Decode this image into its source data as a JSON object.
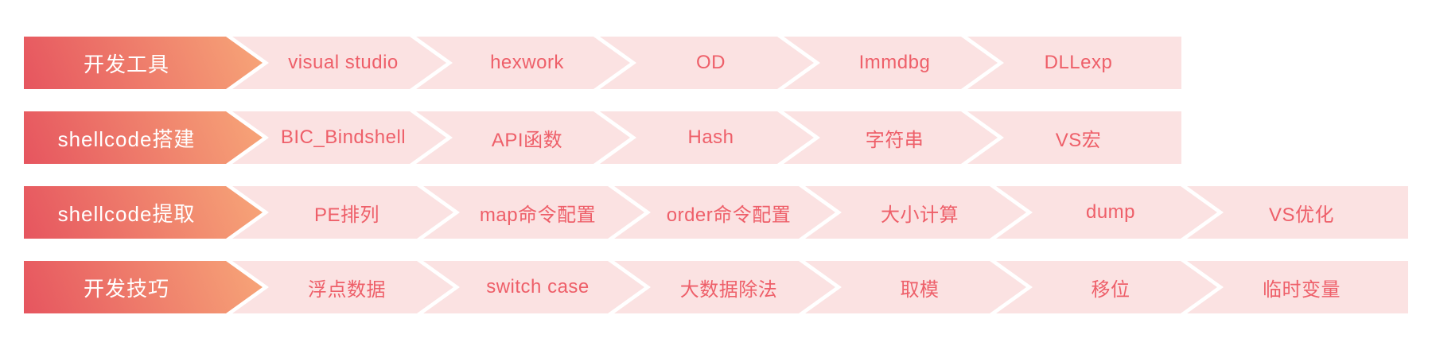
{
  "colors": {
    "header_gradient_start": "#e6555f",
    "header_gradient_end": "#f7a678",
    "header_text": "#ffffff",
    "segment_background": "#fbe2e2",
    "segment_text": "#ee5f69",
    "separator": "#ffffff"
  },
  "rows": [
    {
      "header": "开发工具",
      "items": [
        "visual studio",
        "hexwork",
        "OD",
        "Immdbg",
        "DLLexp"
      ]
    },
    {
      "header": "shellcode搭建",
      "items": [
        "BIC_Bindshell",
        "API函数",
        "Hash",
        "字符串",
        "VS宏"
      ]
    },
    {
      "header": "shellcode提取",
      "items": [
        "PE排列",
        "map命令配置",
        "order命令配置",
        "大小计算",
        "dump",
        "VS优化"
      ]
    },
    {
      "header": "开发技巧",
      "items": [
        "浮点数据",
        "switch case",
        "大数据除法",
        "取模",
        "移位",
        "临时变量"
      ]
    }
  ]
}
